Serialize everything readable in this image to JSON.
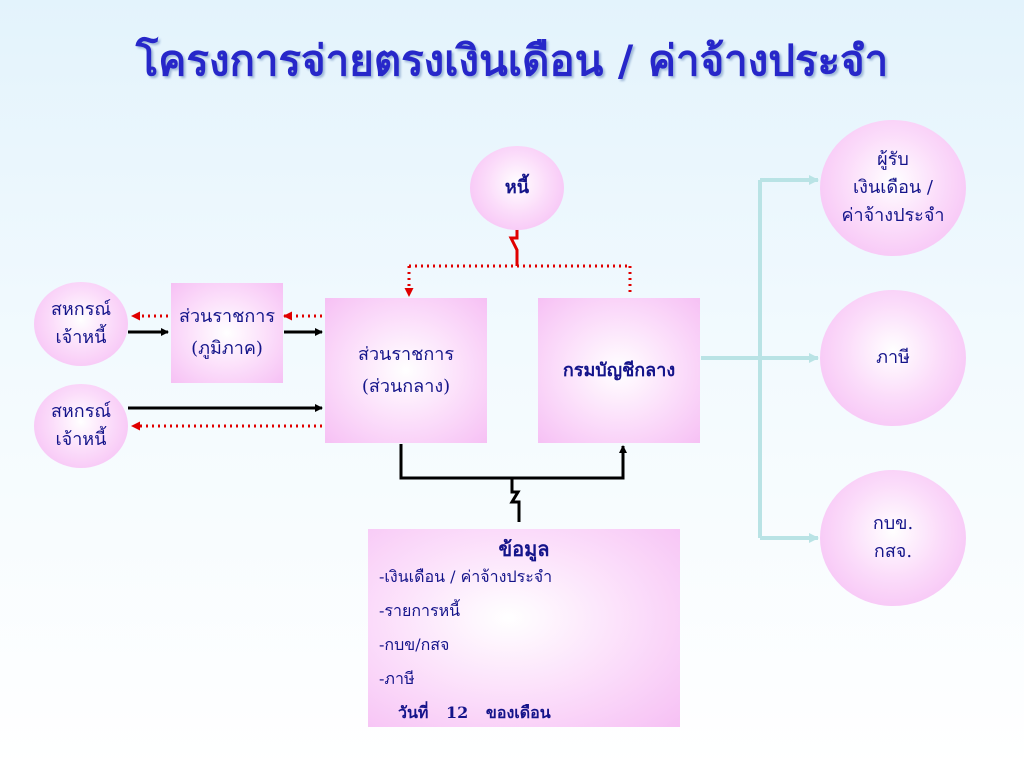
{
  "title": "โครงการจ่ายตรงเงินเดือน / ค่าจ้างประจำ",
  "nodes": {
    "debt": "หนี้",
    "coop_1": {
      "line1": "สหกรณ์",
      "line2": "เจ้าหนี้"
    },
    "coop_2": {
      "line1": "สหกรณ์",
      "line2": "เจ้าหนี้"
    },
    "regional_agency": {
      "line1": "ส่วนราชการ",
      "line2": "(ภูมิภาค)"
    },
    "central_agency": {
      "line1": "ส่วนราชการ",
      "line2": "(ส่วนกลาง)"
    },
    "comptroller_general": "กรมบัญชีกลาง",
    "recipient": {
      "line1": "ผู้รับ",
      "line2": "เงินเดือน /",
      "line3": "ค่าจ้างประจำ"
    },
    "tax": "ภาษี",
    "funds": {
      "line1": "กบข.",
      "line2": "กสจ."
    }
  },
  "info_box": {
    "title": "ข้อมูล",
    "items": [
      "-เงินเดือน / ค่าจ้างประจำ",
      "-รายการหนี้",
      "-กบข/กสจ",
      "-ภาษี"
    ],
    "date": {
      "day_label": "วันที่",
      "day": "12",
      "month_label": "ของเดือน"
    }
  },
  "colors": {
    "title": "#2727c9",
    "node_fill": "#f5b8f3",
    "text": "#14148a",
    "dotted_arrow": "#e00000",
    "solid_arrow": "#000000",
    "output_arrow": "#b9e3e5"
  }
}
